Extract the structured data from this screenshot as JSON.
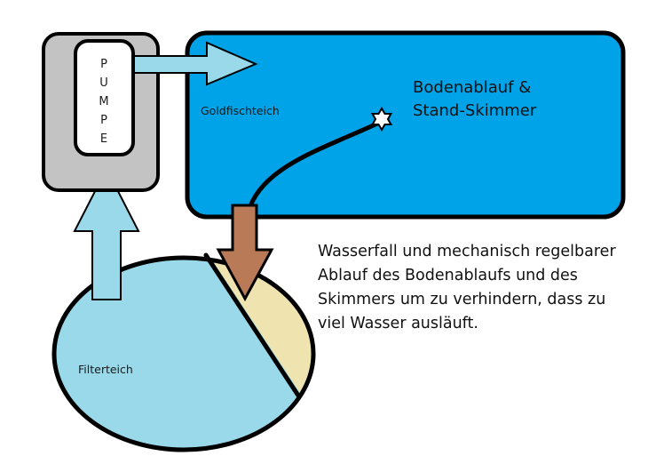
{
  "pump": {
    "letters": [
      "P",
      "U",
      "M",
      "P",
      "E"
    ]
  },
  "goldfish_pond": {
    "label": "Goldfischteich",
    "title_lines": [
      "Bodenablauf &",
      "Stand-Skimmer"
    ]
  },
  "filter_pond": {
    "label": "Filterteich"
  },
  "description": {
    "lines": [
      "Wasserfall und mechanisch regelbarer",
      "Ablauf des Bodenablaufs und des",
      "Skimmers um zu verhindern, dass zu",
      "viel Wasser ausläuft."
    ]
  },
  "colors": {
    "pump_housing": "#c3c3c3",
    "pond_blue": "#00a2e8",
    "light_blue": "#99d9ea",
    "beige": "#efe4b0",
    "brown_arrow": "#b97a57",
    "outline": "#000000"
  },
  "icons": {
    "skimmer": "star-icon"
  }
}
